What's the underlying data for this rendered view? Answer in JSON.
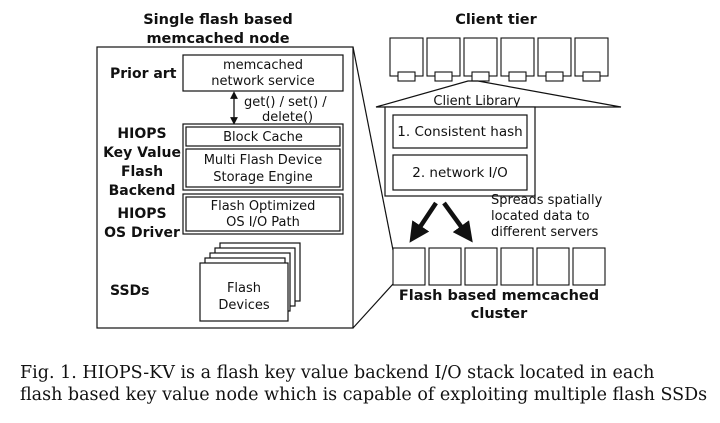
{
  "node": {
    "title": [
      "Single flash based",
      "memcached node"
    ],
    "layers": {
      "prior_art": "Prior art",
      "kv_backend": [
        "HIOPS",
        "Key Value",
        "Flash",
        "Backend"
      ],
      "os_driver": [
        "HIOPS",
        "OS Driver"
      ],
      "ssds": "SSDs"
    },
    "boxes": {
      "network_service": [
        "memcached",
        "network service"
      ],
      "api_calls": [
        "get() / set() /",
        "delete()"
      ],
      "block_cache": "Block Cache",
      "storage_engine": [
        "Multi Flash Device",
        "Storage Engine"
      ],
      "io_path": [
        "Flash Optimized",
        "OS I/O Path"
      ],
      "flash_devices": [
        "Flash",
        "Devices"
      ]
    }
  },
  "cluster": {
    "client_tier": "Client tier",
    "client_library": "Client Library",
    "consistent_hash": "1. Consistent hash",
    "network_io": "2. network I/O",
    "spreads": [
      "Spreads spatially",
      "located data to",
      "different servers"
    ],
    "cluster_title": [
      "Flash based memcached",
      "cluster"
    ]
  },
  "caption": {
    "line1": "Fig. 1.    HIOPS-KV is a flash key value backend I/O stack located in each",
    "line2": "flash based key value node which is capable of exploiting multiple flash SSDs"
  }
}
